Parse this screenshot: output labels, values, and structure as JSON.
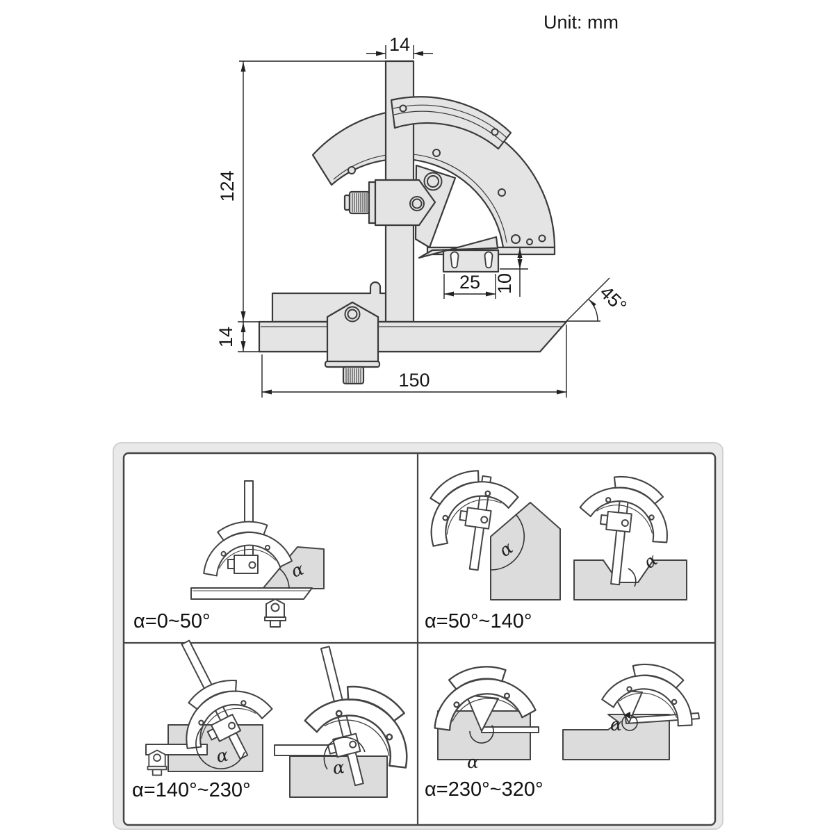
{
  "unit_label": "Unit: mm",
  "alpha_symbol": "α",
  "drawing": {
    "dimensions": {
      "blade_width_mm": "14",
      "body_height_mm": "124",
      "base_thickness_mm": "14",
      "tip_blade_length_mm": "25",
      "tip_blade_width_mm": "10",
      "base_length_mm": "150",
      "base_bevel_angle": "45°"
    }
  },
  "usage_panels": [
    {
      "label": "α=0~50°"
    },
    {
      "label": "α=50°~140°"
    },
    {
      "label": "α=140°~230°"
    },
    {
      "label": "α=230°~320°"
    }
  ],
  "colors": {
    "line": "#3a3a3a",
    "metal_fill": "#e4e4e4",
    "workpiece_fill": "#dcdcdc",
    "panel_bg": "#e9e9e9",
    "panel_border": "#454545",
    "background": "#ffffff"
  }
}
